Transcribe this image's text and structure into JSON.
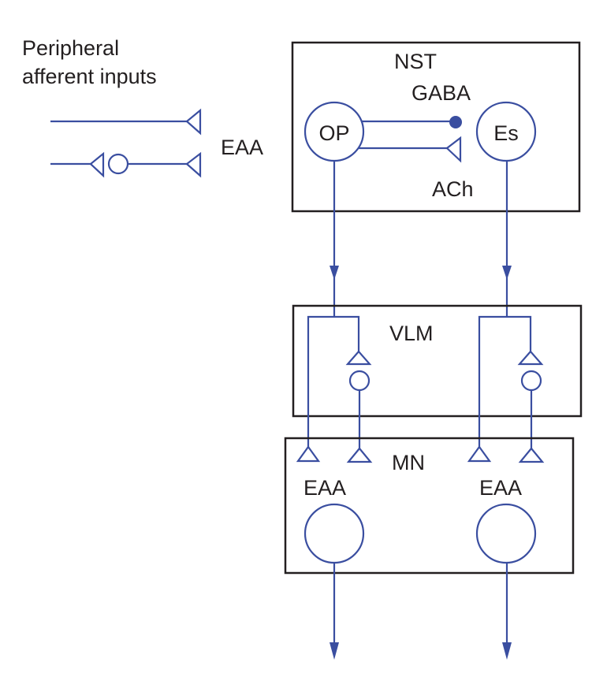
{
  "legend": {
    "title_line1": "Peripheral",
    "title_line2": "afferent inputs",
    "transmitter": "EAA"
  },
  "regions": {
    "nst": {
      "label": "NST",
      "gaba_label": "GABA",
      "ach_label": "ACh",
      "neurons": {
        "op": "OP",
        "es": "Es"
      }
    },
    "vlm": {
      "label": "VLM"
    },
    "mn": {
      "label": "MN",
      "left_transmitter": "EAA",
      "right_transmitter": "EAA"
    }
  },
  "colors": {
    "pathway": "#3a4ea0",
    "outline": "#231f20"
  }
}
